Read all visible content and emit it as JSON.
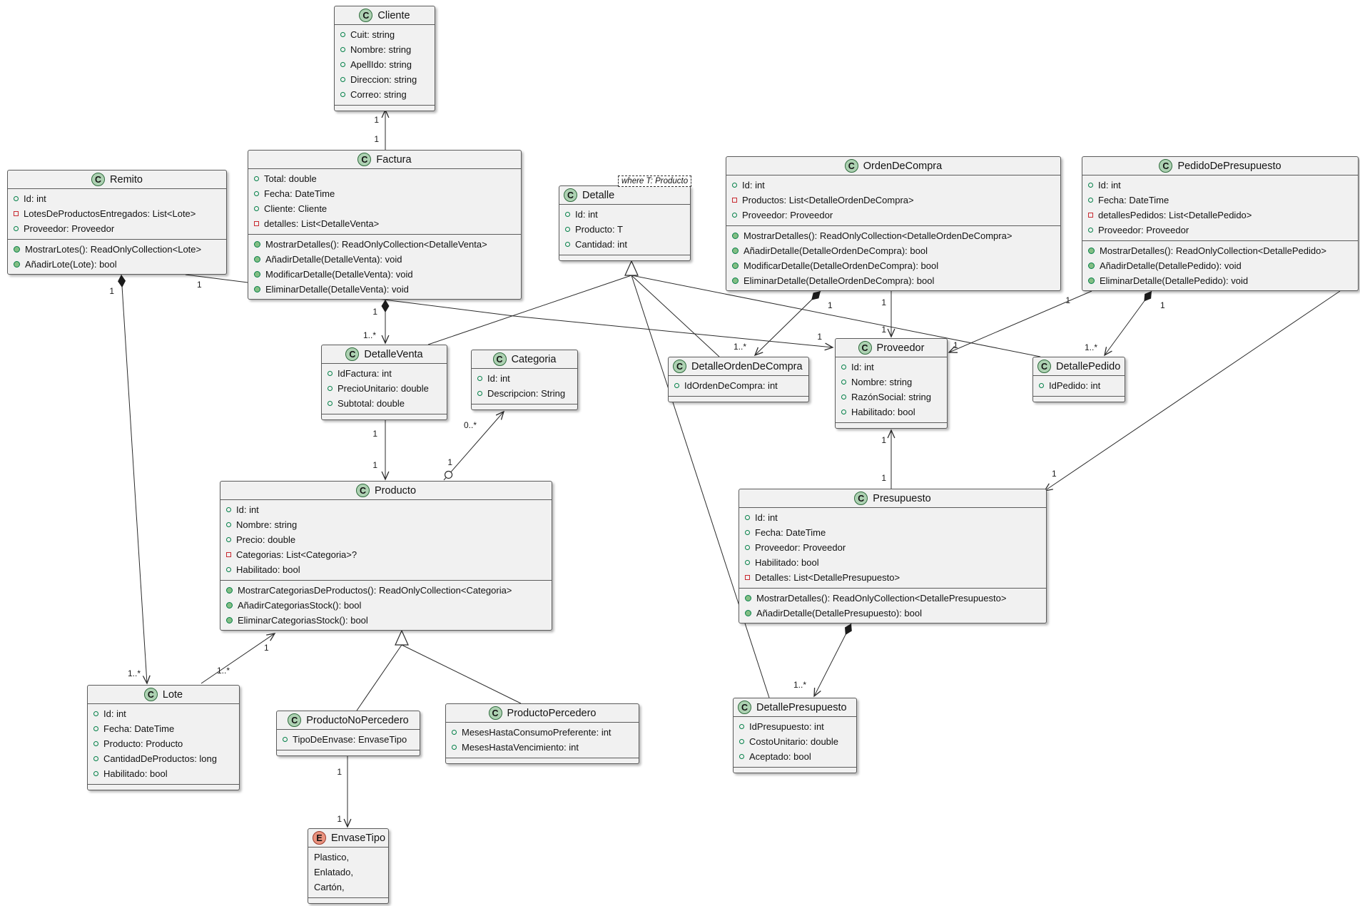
{
  "diagram": {
    "type": "uml-class-diagram",
    "colors": {
      "background": "#FFFFFF",
      "box_fill": "#F1F1F1",
      "box_border": "#5B5B5B",
      "line": "#2B2B2B",
      "class_icon_fill": "#ADD1B2",
      "enum_icon_fill": "#EB937F",
      "public_marker": "#038048",
      "private_marker": "#C82930",
      "method_marker_fill": "#84BE84"
    },
    "classes": [
      {
        "id": "cliente",
        "kind": "class",
        "icon_letter": "C",
        "name": "Cliente",
        "attributes": [
          {
            "vis": "public",
            "text": "Cuit: string"
          },
          {
            "vis": "public",
            "text": "Nombre: string"
          },
          {
            "vis": "public",
            "text": "ApellIdo: string"
          },
          {
            "vis": "public",
            "text": "Direccion: string"
          },
          {
            "vis": "public",
            "text": "Correo: string"
          }
        ],
        "methods": []
      },
      {
        "id": "remito",
        "kind": "class",
        "icon_letter": "C",
        "name": "Remito",
        "attributes": [
          {
            "vis": "public",
            "text": "Id: int"
          },
          {
            "vis": "private",
            "text": "LotesDeProductosEntregados: List<Lote>"
          },
          {
            "vis": "public",
            "text": "Proveedor: Proveedor"
          }
        ],
        "methods": [
          {
            "text": "MostrarLotes(): ReadOnlyCollection<Lote>"
          },
          {
            "text": "AñadirLote(Lote): bool"
          }
        ]
      },
      {
        "id": "factura",
        "kind": "class",
        "icon_letter": "C",
        "name": "Factura",
        "attributes": [
          {
            "vis": "public",
            "text": "Total: double"
          },
          {
            "vis": "public",
            "text": "Fecha: DateTime"
          },
          {
            "vis": "public",
            "text": "Cliente: Cliente"
          },
          {
            "vis": "private",
            "text": "detalles: List<DetalleVenta>"
          }
        ],
        "methods": [
          {
            "text": "MostrarDetalles(): ReadOnlyCollection<DetalleVenta>"
          },
          {
            "text": "AñadirDetalle(DetalleVenta): void"
          },
          {
            "text": "ModificarDetalle(DetalleVenta): void"
          },
          {
            "text": "EliminarDetalle(DetalleVenta): void"
          }
        ]
      },
      {
        "id": "detalle",
        "kind": "class",
        "icon_letter": "C",
        "name": "Detalle",
        "note": "where T: Producto",
        "attributes": [
          {
            "vis": "public",
            "text": "Id: int"
          },
          {
            "vis": "public",
            "text": "Producto: T"
          },
          {
            "vis": "public",
            "text": "Cantidad: int"
          }
        ],
        "methods": []
      },
      {
        "id": "ordenDeCompra",
        "kind": "class",
        "icon_letter": "C",
        "name": "OrdenDeCompra",
        "attributes": [
          {
            "vis": "public",
            "text": "Id: int"
          },
          {
            "vis": "private",
            "text": "Productos: List<DetalleOrdenDeCompra>"
          },
          {
            "vis": "public",
            "text": "Proveedor: Proveedor"
          }
        ],
        "methods": [
          {
            "text": "MostrarDetalles(): ReadOnlyCollection<DetalleOrdenDeCompra>"
          },
          {
            "text": "AñadirDetalle(DetalleOrdenDeCompra): bool"
          },
          {
            "text": "ModificarDetalle(DetalleOrdenDeCompra): bool"
          },
          {
            "text": "EliminarDetalle(DetalleOrdenDeCompra): bool"
          }
        ]
      },
      {
        "id": "pedidoDePresupuesto",
        "kind": "class",
        "icon_letter": "C",
        "name": "PedidoDePresupuesto",
        "attributes": [
          {
            "vis": "public",
            "text": "Id: int"
          },
          {
            "vis": "public",
            "text": "Fecha: DateTime"
          },
          {
            "vis": "private",
            "text": "detallesPedidos: List<DetallePedido>"
          },
          {
            "vis": "public",
            "text": "Proveedor: Proveedor"
          }
        ],
        "methods": [
          {
            "text": "MostrarDetalles(): ReadOnlyCollection<DetallePedido>"
          },
          {
            "text": "AñadirDetalle(DetallePedido): void"
          },
          {
            "text": "EliminarDetalle(DetallePedido): void"
          }
        ]
      },
      {
        "id": "detalleVenta",
        "kind": "class",
        "icon_letter": "C",
        "name": "DetalleVenta",
        "attributes": [
          {
            "vis": "public",
            "text": "IdFactura: int"
          },
          {
            "vis": "public",
            "text": "PrecioUnitario: double"
          },
          {
            "vis": "public",
            "text": "Subtotal: double"
          }
        ],
        "methods": []
      },
      {
        "id": "categoria",
        "kind": "class",
        "icon_letter": "C",
        "name": "Categoria",
        "attributes": [
          {
            "vis": "public",
            "text": "Id: int"
          },
          {
            "vis": "public",
            "text": "Descripcion: String"
          }
        ],
        "methods": []
      },
      {
        "id": "detalleOrdenDeCompra",
        "kind": "class",
        "icon_letter": "C",
        "name": "DetalleOrdenDeCompra",
        "attributes": [
          {
            "vis": "public",
            "text": "IdOrdenDeCompra: int"
          }
        ],
        "methods": []
      },
      {
        "id": "proveedor",
        "kind": "class",
        "icon_letter": "C",
        "name": "Proveedor",
        "attributes": [
          {
            "vis": "public",
            "text": "Id: int"
          },
          {
            "vis": "public",
            "text": "Nombre: string"
          },
          {
            "vis": "public",
            "text": "RazónSocial: string"
          },
          {
            "vis": "public",
            "text": "Habilitado: bool"
          }
        ],
        "methods": []
      },
      {
        "id": "detallePedido",
        "kind": "class",
        "icon_letter": "C",
        "name": "DetallePedido",
        "attributes": [
          {
            "vis": "public",
            "text": "IdPedido: int"
          }
        ],
        "methods": []
      },
      {
        "id": "producto",
        "kind": "class",
        "icon_letter": "C",
        "name": "Producto",
        "attributes": [
          {
            "vis": "public",
            "text": "Id: int"
          },
          {
            "vis": "public",
            "text": "Nombre: string"
          },
          {
            "vis": "public",
            "text": "Precio: double"
          },
          {
            "vis": "private",
            "text": "Categorias: List<Categoria>?"
          },
          {
            "vis": "public",
            "text": "Habilitado: bool"
          }
        ],
        "methods": [
          {
            "text": "MostrarCategoriasDeProductos(): ReadOnlyCollection<Categoria>"
          },
          {
            "text": "AñadirCategoriasStock(): bool"
          },
          {
            "text": "EliminarCategoriasStock(): bool"
          }
        ]
      },
      {
        "id": "presupuesto",
        "kind": "class",
        "icon_letter": "C",
        "name": "Presupuesto",
        "attributes": [
          {
            "vis": "public",
            "text": "Id: int"
          },
          {
            "vis": "public",
            "text": "Fecha: DateTime"
          },
          {
            "vis": "public",
            "text": "Proveedor: Proveedor"
          },
          {
            "vis": "public",
            "text": "Habilitado: bool"
          },
          {
            "vis": "private",
            "text": "Detalles: List<DetallePresupuesto>"
          }
        ],
        "methods": [
          {
            "text": "MostrarDetalles(): ReadOnlyCollection<DetallePresupuesto>"
          },
          {
            "text": "AñadirDetalle(DetallePresupuesto): bool"
          }
        ]
      },
      {
        "id": "lote",
        "kind": "class",
        "icon_letter": "C",
        "name": "Lote",
        "attributes": [
          {
            "vis": "public",
            "text": "Id: int"
          },
          {
            "vis": "public",
            "text": "Fecha: DateTime"
          },
          {
            "vis": "public",
            "text": "Producto: Producto"
          },
          {
            "vis": "public",
            "text": "CantidadDeProductos: long"
          },
          {
            "vis": "public",
            "text": "Habilitado: bool"
          }
        ],
        "methods": []
      },
      {
        "id": "productoNoPercedero",
        "kind": "class",
        "icon_letter": "C",
        "name": "ProductoNoPercedero",
        "attributes": [
          {
            "vis": "public",
            "text": "TipoDeEnvase: EnvaseTipo"
          }
        ],
        "methods": []
      },
      {
        "id": "productoPercedero",
        "kind": "class",
        "icon_letter": "C",
        "name": "ProductoPercedero",
        "attributes": [
          {
            "vis": "public",
            "text": "MesesHastaConsumoPreferente: int"
          },
          {
            "vis": "public",
            "text": "MesesHastaVencimiento: int"
          }
        ],
        "methods": []
      },
      {
        "id": "detallePresupuesto",
        "kind": "class",
        "icon_letter": "C",
        "name": "DetallePresupuesto",
        "attributes": [
          {
            "vis": "public",
            "text": "IdPresupuesto: int"
          },
          {
            "vis": "public",
            "text": "CostoUnitario: double"
          },
          {
            "vis": "public",
            "text": "Aceptado: bool"
          }
        ],
        "methods": []
      },
      {
        "id": "envaseTipo",
        "kind": "enum",
        "icon_letter": "E",
        "name": "EnvaseTipo",
        "values": [
          "Plastico,",
          "Enlatado,",
          "Cartón,"
        ]
      }
    ],
    "edges": [
      {
        "id": "e_factura_cliente",
        "from": "Factura",
        "to": "Cliente",
        "relation": "association-arrow",
        "labels": [
          "1",
          "1"
        ]
      },
      {
        "id": "e_factura_detalleventa",
        "from": "Factura",
        "to": "DetalleVenta",
        "relation": "composition-arrow",
        "labels": [
          "1",
          "1..*"
        ]
      },
      {
        "id": "e_detalleventa_producto",
        "from": "DetalleVenta",
        "to": "Producto",
        "relation": "association-arrow",
        "labels": [
          "1",
          "1"
        ]
      },
      {
        "id": "e_producto_categoria",
        "from": "Producto",
        "to": "Categoria",
        "relation": "circle-association-arrow",
        "labels": [
          "1",
          "0..*"
        ]
      },
      {
        "id": "e_remito_lote",
        "from": "Remito",
        "to": "Lote",
        "relation": "composition-arrow",
        "labels": [
          "1",
          "1..*"
        ]
      },
      {
        "id": "e_lote_producto",
        "from": "Lote",
        "to": "Producto",
        "relation": "association-arrow",
        "labels": [
          "1..*",
          "1"
        ]
      },
      {
        "id": "e_prodnoper_envase",
        "from": "ProductoNoPercedero",
        "to": "EnvaseTipo",
        "relation": "association-arrow",
        "labels": [
          "1",
          "1"
        ]
      },
      {
        "id": "e_orden_detalleorden",
        "from": "OrdenDeCompra",
        "to": "DetalleOrdenDeCompra",
        "relation": "composition-arrow",
        "labels": [
          "1",
          "1..*"
        ]
      },
      {
        "id": "e_orden_proveedor",
        "from": "OrdenDeCompra",
        "to": "Proveedor",
        "relation": "association-arrow",
        "labels": [
          "1",
          "1"
        ]
      },
      {
        "id": "e_pedido_detallepedido",
        "from": "PedidoDePresupuesto",
        "to": "DetallePedido",
        "relation": "composition-arrow",
        "labels": [
          "1",
          "1..*"
        ]
      },
      {
        "id": "e_pedido_proveedor",
        "from": "PedidoDePresupuesto",
        "to": "Proveedor",
        "relation": "association-arrow",
        "labels": [
          "1",
          "1"
        ]
      },
      {
        "id": "e_remito_proveedor",
        "from": "Remito",
        "to": "Proveedor",
        "relation": "association-arrow",
        "labels": [
          "1",
          "1"
        ]
      },
      {
        "id": "e_presupuesto_proveedor",
        "from": "Presupuesto",
        "to": "Proveedor",
        "relation": "association-arrow",
        "labels": [
          "1",
          "1"
        ]
      },
      {
        "id": "e_presupuesto_detallepres",
        "from": "Presupuesto",
        "to": "DetallePresupuesto",
        "relation": "composition-arrow",
        "labels": [
          "1..*"
        ]
      },
      {
        "id": "e_pedido_presupuesto",
        "from": "PedidoDePresupuesto",
        "to": "Presupuesto",
        "relation": "association-arrow",
        "labels": [
          "1"
        ]
      }
    ],
    "generalizations": [
      {
        "parent": "Detalle",
        "children": [
          "DetalleVenta",
          "DetalleOrdenDeCompra",
          "DetallePedido",
          "DetallePresupuesto"
        ]
      },
      {
        "parent": "Producto",
        "children": [
          "ProductoNoPercedero",
          "ProductoPercedero"
        ]
      }
    ]
  }
}
